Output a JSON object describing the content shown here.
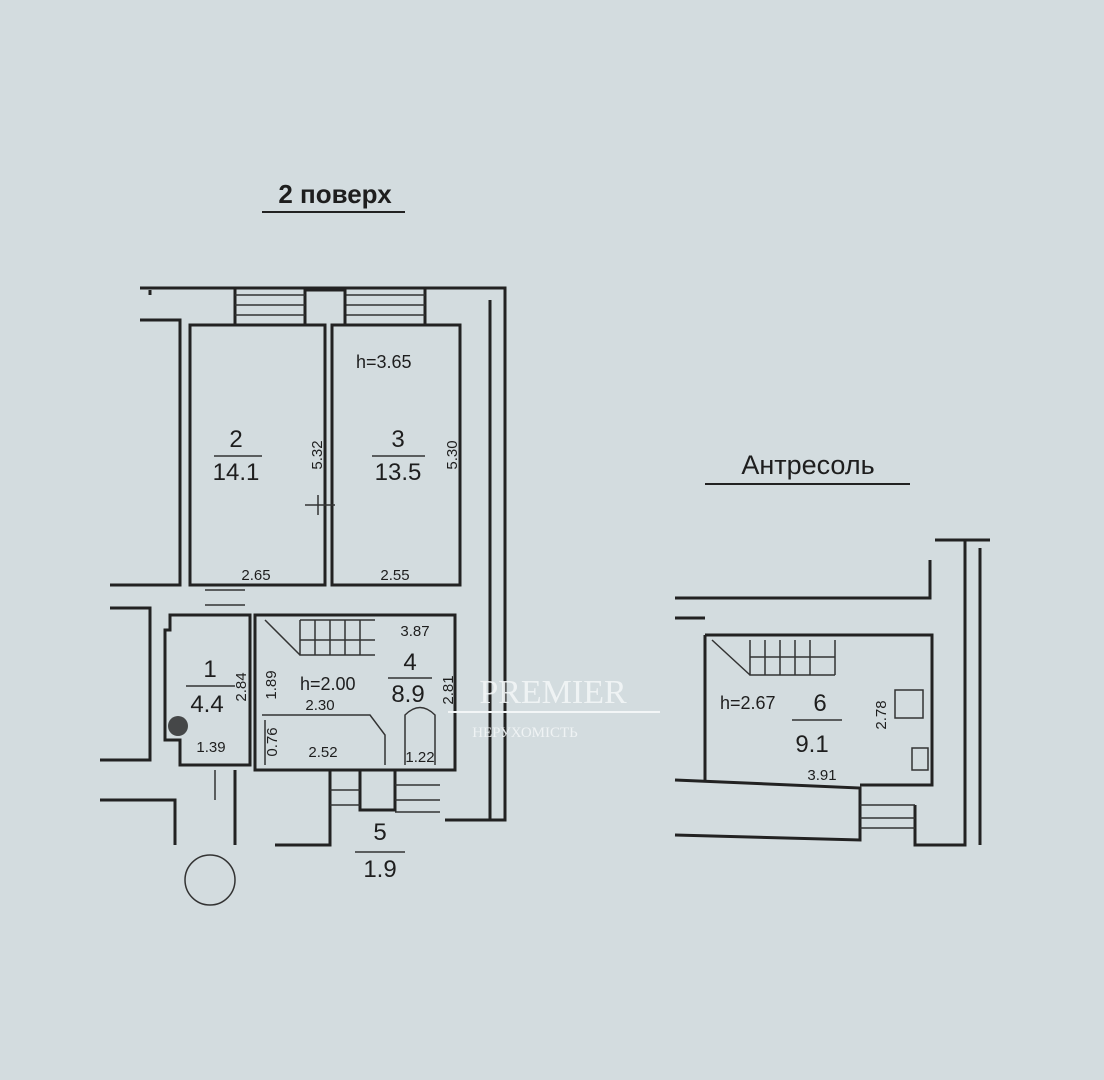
{
  "floor_title": "2 поверх",
  "mezzanine_title": "Антресоль",
  "rooms": [
    {
      "number": "1",
      "area": "4.4"
    },
    {
      "number": "2",
      "area": "14.1"
    },
    {
      "number": "3",
      "area": "13.5"
    },
    {
      "number": "4",
      "area": "8.9"
    },
    {
      "number": "5",
      "area": "1.9"
    },
    {
      "number": "6",
      "area": "9.1"
    }
  ],
  "heights": {
    "floor": "h=3.65",
    "room4": "h=2.00",
    "mezzanine": "h=2.67"
  },
  "dimensions": {
    "r2_height": "5.32",
    "r3_height": "5.30",
    "r2_width": "2.65",
    "r3_width": "2.55",
    "r4_width": "3.87",
    "r4_height": "2.81",
    "r1_height": "2.84",
    "stair_height": "1.89",
    "hall_width": "2.30",
    "bath_height": "0.76",
    "bath_width": "2.52",
    "r1_width": "1.39",
    "bath2_width": "1.22",
    "r6_height": "2.78",
    "r6_width": "3.91"
  },
  "watermark": {
    "brand": "PREMIER",
    "sub": "НЕРУХОМІСТЬ"
  }
}
